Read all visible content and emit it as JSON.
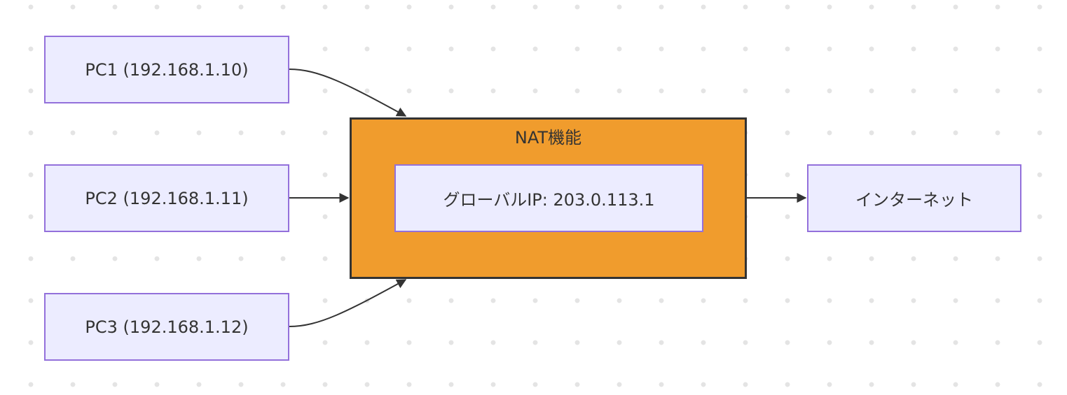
{
  "nodes": {
    "pc1": "PC1 (192.168.1.10)",
    "pc2": "PC2 (192.168.1.11)",
    "pc3": "PC3 (192.168.1.12)",
    "internet": "インターネット"
  },
  "cluster": {
    "title": "NAT機能",
    "inner_node": "グローバルIP: 203.0.113.1"
  },
  "edges": [
    {
      "from": "pc1",
      "to": "nat-cluster"
    },
    {
      "from": "pc2",
      "to": "nat-cluster"
    },
    {
      "from": "pc3",
      "to": "nat-cluster"
    },
    {
      "from": "nat-cluster",
      "to": "internet"
    }
  ],
  "colors": {
    "node_fill": "#ececff",
    "node_border": "#9370db",
    "cluster_fill": "#f09c2d",
    "cluster_border": "#333333",
    "edge": "#333333",
    "text": "#333333"
  }
}
